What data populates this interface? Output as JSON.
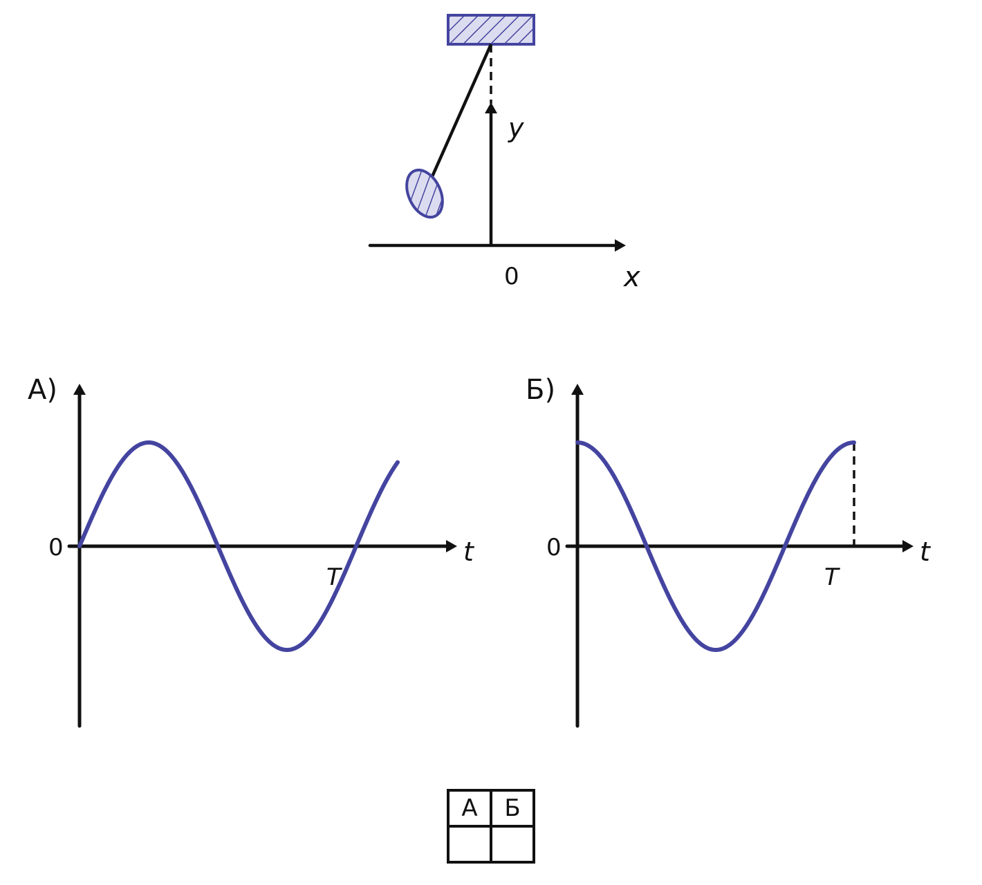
{
  "colors": {
    "accent": "#4444a0",
    "accent_fill": "#dcdcf0",
    "ink": "#111111"
  },
  "pendulum": {
    "x_label": "x",
    "y_label": "y",
    "origin_label": "0"
  },
  "graphs": [
    {
      "id": "A",
      "label": "А)",
      "origin_label": "0",
      "axis_label": "t",
      "period_label": "T",
      "curve": "sine",
      "cycles_shown": 1.15,
      "period_marker_dashed": false
    },
    {
      "id": "B",
      "label": "Б)",
      "origin_label": "0",
      "axis_label": "t",
      "period_label": "T",
      "curve": "cosine",
      "cycles_shown": 1.0,
      "period_marker_dashed": true
    }
  ],
  "answer_table": {
    "headers": [
      "А",
      "Б"
    ],
    "cells": [
      "",
      ""
    ]
  }
}
